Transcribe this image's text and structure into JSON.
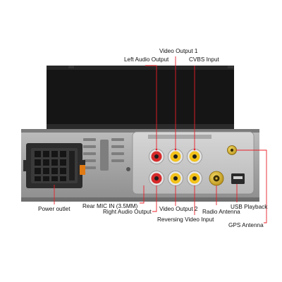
{
  "labels": {
    "video_output_1": "Video Output 1",
    "left_audio_output": "Left Audio Output",
    "cvbs_input": "CVBS Input",
    "power_outlet": "Power outlet",
    "rear_mic_in": "Rear MIC IN (3.5MM)",
    "right_audio_output": "Right Audio Output",
    "video_output_2": "Video Output 2",
    "radio_antenna": "Radio Antenna",
    "usb_playback": "USB Playback",
    "reversing_video_input": "Reversing Video Input",
    "gps_antenna": "GPS Antenna"
  },
  "colors": {
    "leader_line": "#e8202a",
    "rca_red": "#d62a2a",
    "rca_white": "#f2f2f2",
    "rca_yellow": "#f2c21a",
    "body_dark": "#1a1a1a",
    "panel_gray": "#9a9a9a"
  }
}
